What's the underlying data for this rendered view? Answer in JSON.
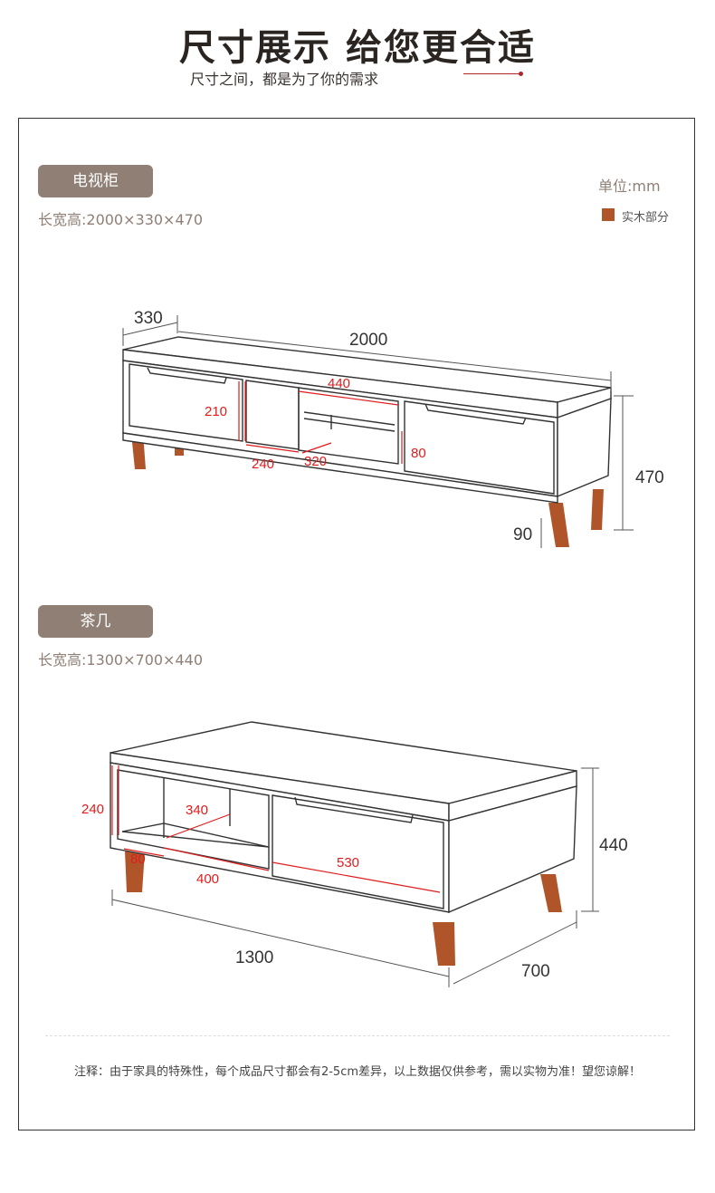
{
  "header": {
    "title": "尺寸展示 给您更合适",
    "subtitle": "尺寸之间，都是为了你的需求"
  },
  "tv_cabinet": {
    "name": "电视柜",
    "dims_text": "长宽高:2000×330×470",
    "unit": "单位:mm",
    "legend": {
      "label": "实木部分",
      "color": "#b0552a"
    },
    "labels": {
      "depth": "330",
      "length": "2000",
      "height": "470",
      "leg": "90",
      "drawer_h": "210",
      "drawer_w": "240",
      "shelf_w": "440",
      "shelf_d": "320",
      "shelf_h": "80"
    }
  },
  "coffee_table": {
    "name": "茶几",
    "dims_text": "长宽高:1300×700×440",
    "labels": {
      "open_h": "240",
      "open_w": "340",
      "side": "80",
      "compart_w": "400",
      "drawer_w": "530",
      "height": "440",
      "length": "1300",
      "width": "700"
    }
  },
  "note": "注释：由于家具的特殊性，每个成品尺寸都会有2-5cm差异，以上数据仅供参考，需以实物为准！望您谅解！",
  "colors": {
    "wood": "#b0552a",
    "badge": "#8f7f75",
    "dim_red": "#e01c1c",
    "line": "#333333"
  }
}
